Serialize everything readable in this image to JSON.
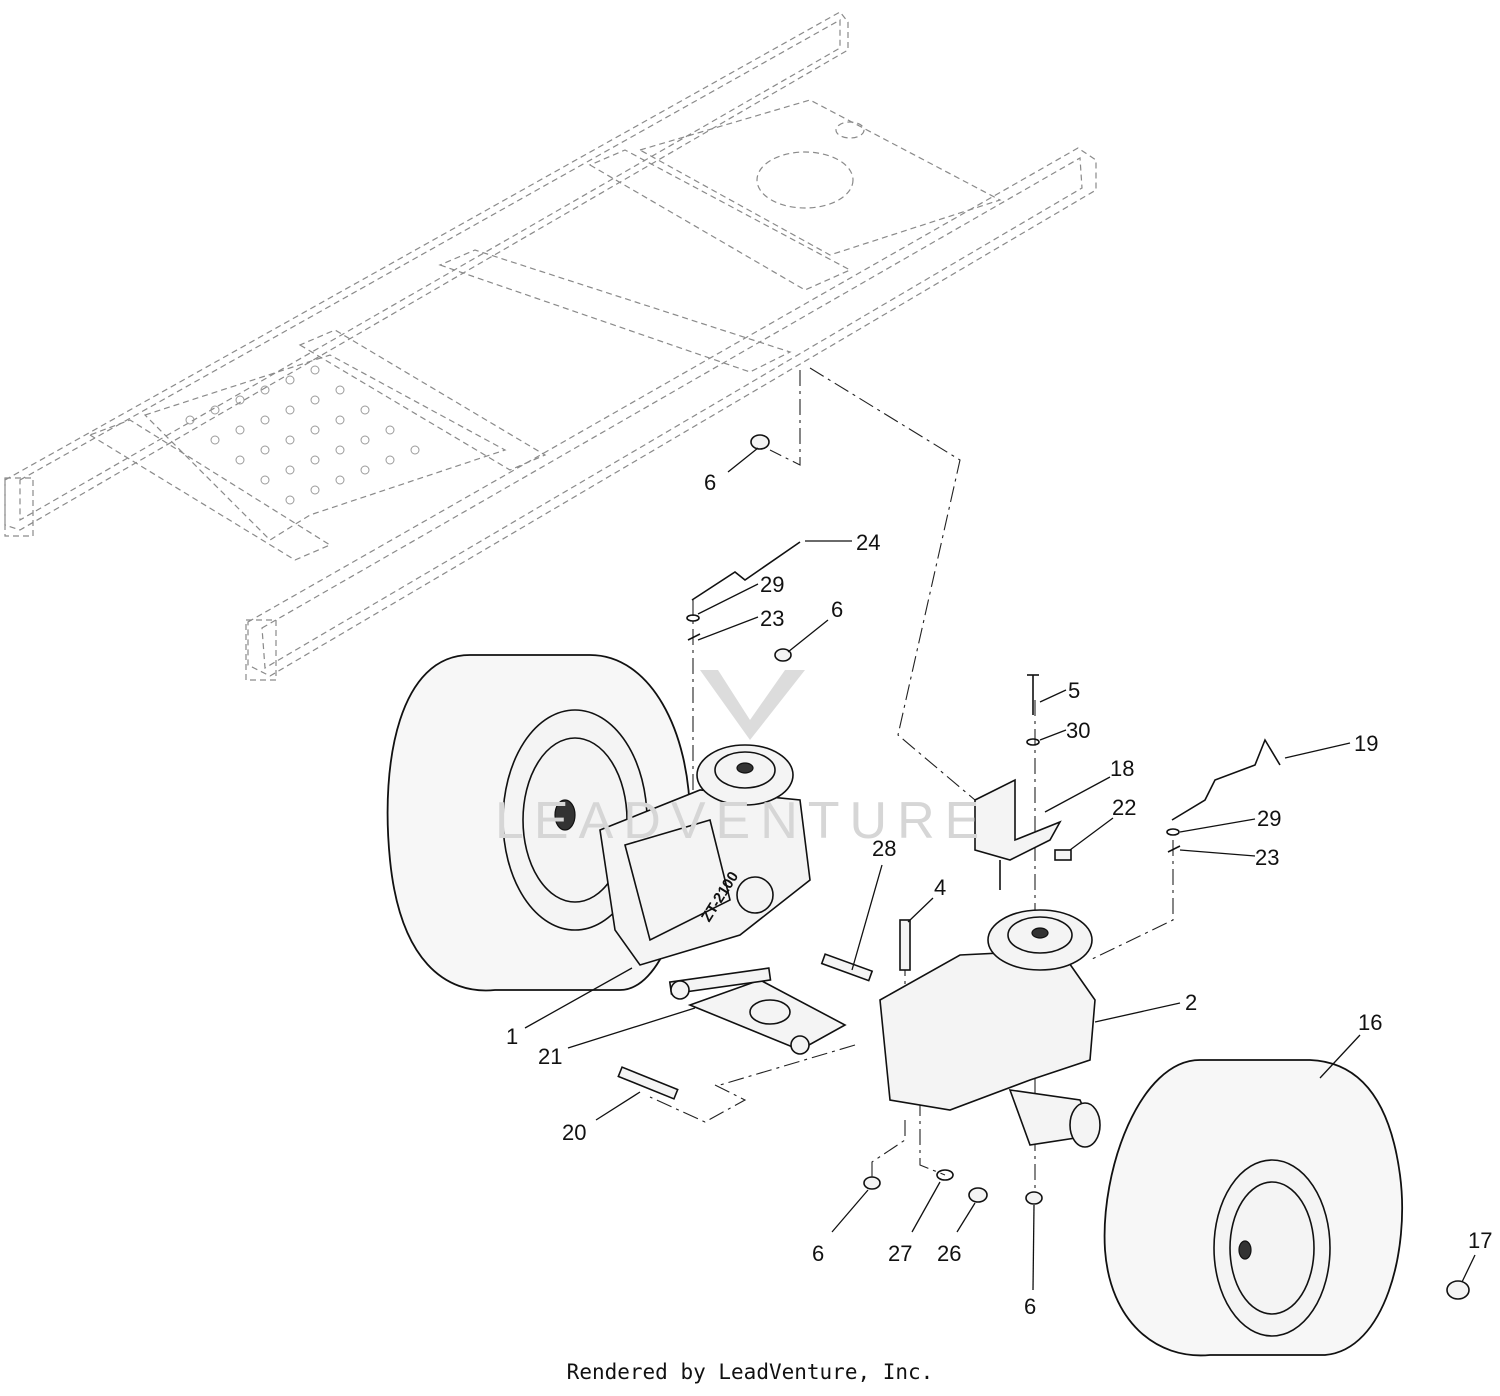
{
  "watermark": {
    "text": "LEADVENTURE"
  },
  "transmission_badge": "ZT-2100",
  "footer": {
    "text": "Rendered by LeadVenture, Inc."
  },
  "callouts": {
    "c6_top": "6",
    "c24": "24",
    "c29_left": "29",
    "c23_left": "23",
    "c6_mid": "6",
    "c5": "5",
    "c30": "30",
    "c19": "19",
    "c18": "18",
    "c22": "22",
    "c29_right": "29",
    "c23_right": "23",
    "c28": "28",
    "c4": "4",
    "c2": "2",
    "c16": "16",
    "c1": "1",
    "c21": "21",
    "c20": "20",
    "c6_lower_left": "6",
    "c27": "27",
    "c26": "26",
    "c6_bottom": "6",
    "c17": "17"
  }
}
